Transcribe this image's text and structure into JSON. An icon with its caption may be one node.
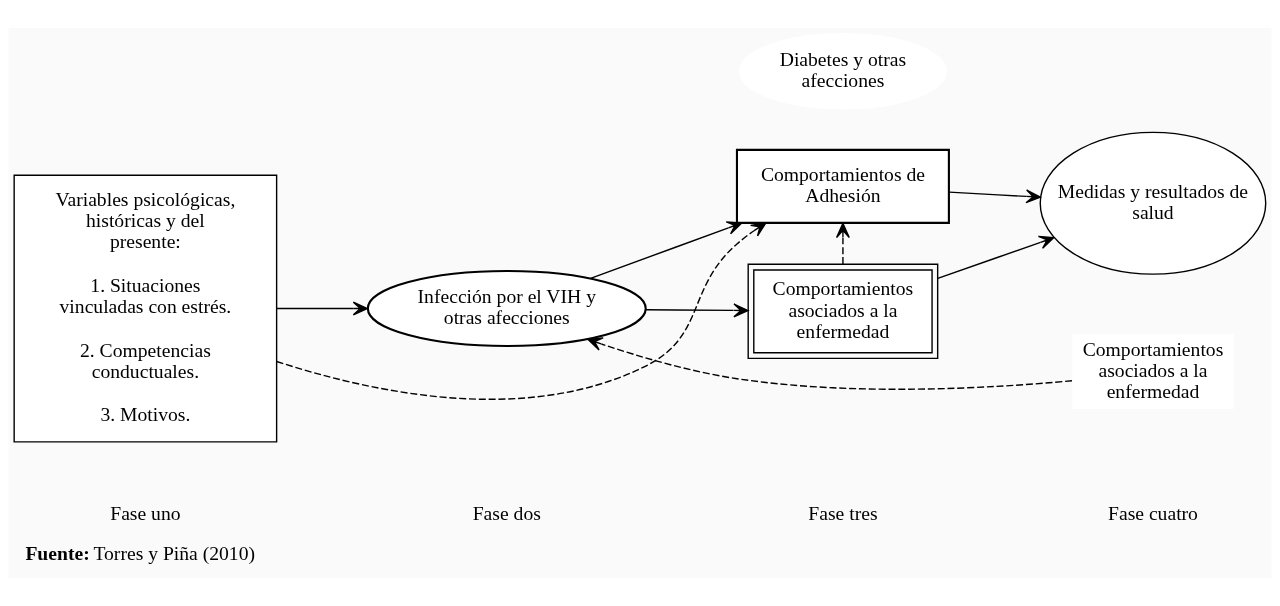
{
  "diagram": {
    "caption": "**Fuente:** Torres y Piña (2010)",
    "nodes": [
      {
        "text": [
          "Variables psicológicas, históricas y del presente:",
          "1. Situaciones vinculadas con estrés.",
          "2. Competencias conductuales.",
          "3. Motivos."
        ]
      },
      {
        "text": [
          "Infección por el VIH y otras afecciones"
        ]
      },
      {
        "text": [
          "Comportamientos de Adhesión"
        ]
      },
      {
        "text": [
          "Diabetes y otras afecciones"
        ]
      },
      {
        "text": [
          "Comportamientos asociados a la enfermedad"
        ]
      },
      {
        "text": [
          "Medidas y resultados de salud"
        ]
      },
      {
        "text": [
          "Comportamientos asociados a la enfermedad"
        ]
      }
    ],
    "edges": [
      {
        "from": 0,
        "to": 1,
        "arrow": "to"
      },
      {
        "from": 1,
        "to": 2,
        "arrow": "to"
      },
      {
        "from": 1,
        "to": 4,
        "arrow": "to"
      },
      {
        "from": 2,
        "to": 5,
        "arrow": "to"
      },
      {
        "from": 4,
        "to": 5,
        "arrow": "to"
      },
      {
        "from": 0,
        "to": 2,
        "arrow": "to",
        "style": "dashed"
      },
      {
        "from": 4,
        "to": 2,
        "arrow": "to",
        "style": "dashed"
      },
      {
        "from": 6,
        "to": 1,
        "arrow": "to",
        "style": "dashed"
      }
    ],
    "labels": [
      "Fase uno",
      "Fase dos",
      "Fase tres",
      "Fase cuatro"
    ]
  }
}
